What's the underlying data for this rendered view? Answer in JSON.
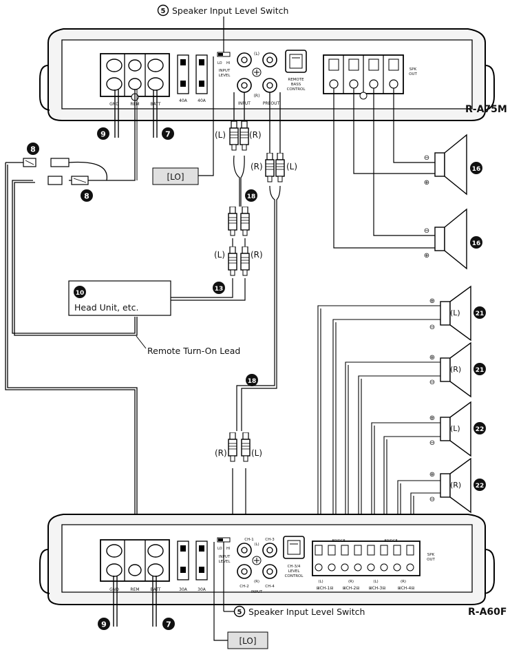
{
  "callouts": {
    "speaker_input_switch_top": "Speaker Input Level Switch",
    "speaker_input_switch_bottom": "Speaker Input Level Switch",
    "circled_5": "5",
    "lo_box_top": "[LO]",
    "lo_box_bottom": "[LO]",
    "head_unit": "Head Unit, etc.",
    "remote_lead": "Remote Turn-On Lead"
  },
  "models": {
    "top": "R-A75M",
    "bottom": "R-A60F"
  },
  "numbers": {
    "n7": "7",
    "n8": "8",
    "n9": "9",
    "n10": "10",
    "n13": "13",
    "n16": "16",
    "n18": "18",
    "n21": "21",
    "n22": "22"
  },
  "amp_top": {
    "terminals": [
      "GND",
      "REM",
      "BATT"
    ],
    "fuses": [
      "40A",
      "40A"
    ],
    "switch": {
      "lo": "LO",
      "hi": "HI",
      "name_line1": "INPUT",
      "name_line2": "LEVEL"
    },
    "rca": {
      "l": "(L)",
      "r": "(R)",
      "input": "INPUT",
      "preout": "PREOUT"
    },
    "remote": {
      "line1": "REMOTE",
      "line2": "BASS",
      "line3": "CONTROL"
    },
    "spk": {
      "line1": "SPK",
      "line2": "OUT"
    }
  },
  "amp_bottom": {
    "terminals": [
      "GND",
      "REM",
      "BATT"
    ],
    "fuses": [
      "30A",
      "30A"
    ],
    "switch": {
      "lo": "LO",
      "hi": "HI",
      "name_line1": "INPUT",
      "name_line2": "LEVEL"
    },
    "rca": {
      "ch1": "CH-1",
      "ch2": "CH-2",
      "ch3": "CH-3",
      "ch4": "CH-4",
      "l": "(L)",
      "r": "(R)",
      "input": "INPUT"
    },
    "level": {
      "line1": "CH-3/4",
      "line2": "LEVEL",
      "line3": "CONTROL"
    },
    "spk": {
      "line1": "SPK",
      "line2": "OUT"
    },
    "channels": [
      "⊞CH-1⊟",
      "⊞CH-2⊟",
      "⊞CH-3⊟",
      "⊞CH-4⊟"
    ],
    "bridge": "BRIDGE",
    "lr": {
      "l": "(L)",
      "r": "(R)"
    }
  },
  "rca_labels": {
    "l": "(L)",
    "r": "(R)"
  },
  "speaker_labels": {
    "l": "(L)",
    "r": "(R)",
    "plus": "⊕",
    "minus": "⊖"
  }
}
